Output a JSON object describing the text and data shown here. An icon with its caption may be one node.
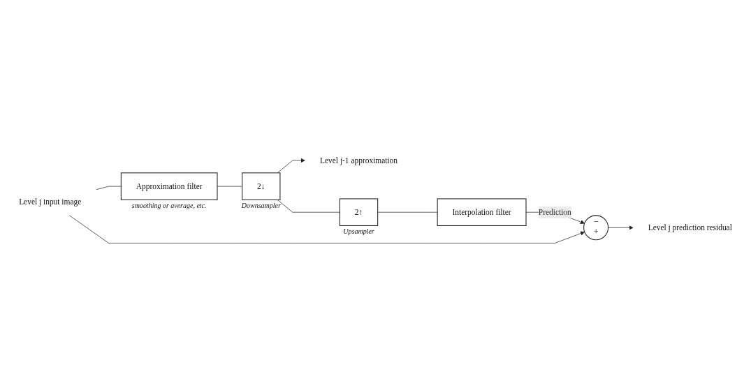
{
  "diagram": {
    "nodes": [
      {
        "text": [
          "Level j input image"
        ]
      },
      {
        "text": [
          "Approximation filter"
        ],
        "beside": [
          "smoothing or average, etc."
        ]
      },
      {
        "text": [
          "2↓"
        ],
        "beside": [
          "Downsampler"
        ]
      },
      {
        "text": [
          "Level j-1 approximation"
        ]
      },
      {
        "text": [
          "2↑"
        ],
        "beside": [
          "Upsampler"
        ]
      },
      {
        "text": [
          "Interpolation filter"
        ]
      },
      {
        "text": [
          "−",
          "+"
        ]
      },
      {
        "text": [
          "Level j prediction residual"
        ]
      }
    ],
    "edges": [
      {
        "from": 0,
        "to": 1,
        "arrow": "none"
      },
      {
        "from": 1,
        "to": 2,
        "arrow": "none"
      },
      {
        "from": 2,
        "to": 3,
        "arrow": "to"
      },
      {
        "from": 2,
        "to": 4,
        "arrow": "none"
      },
      {
        "from": 4,
        "to": 5,
        "arrow": "none"
      },
      {
        "from": 5,
        "to": 6,
        "arrow": "to",
        "label": "Prediction"
      },
      {
        "from": 0,
        "to": 6,
        "arrow": "to"
      },
      {
        "from": 6,
        "to": 7,
        "arrow": "to"
      }
    ]
  }
}
